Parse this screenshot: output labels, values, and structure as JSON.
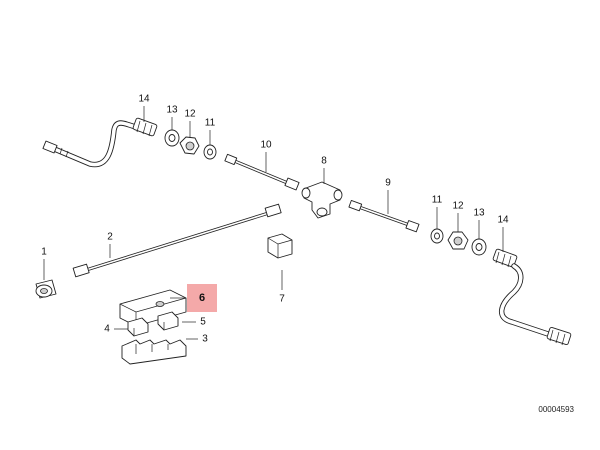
{
  "diagram": {
    "part_labels": {
      "p1": "1",
      "p2": "2",
      "p3": "3",
      "p4": "4",
      "p5": "5",
      "p6": "6",
      "p7": "7",
      "p8": "8",
      "p9": "9",
      "p10": "10",
      "p11a": "11",
      "p12a": "12",
      "p13a": "13",
      "p14a": "14",
      "p11b": "11",
      "p12b": "12",
      "p13b": "13",
      "p14b": "14"
    },
    "highlight_color": "#f4a9a9",
    "drawing_code": "00004593"
  }
}
